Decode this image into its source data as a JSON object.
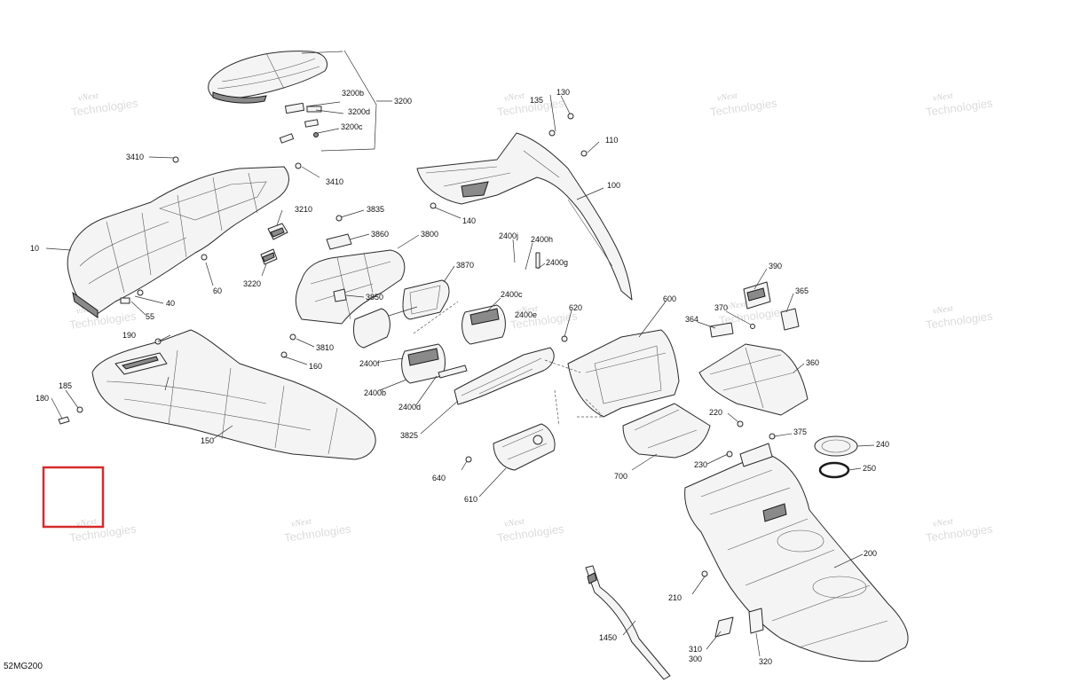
{
  "diagram_code": "52MG200",
  "watermark": {
    "line1": "vNext",
    "line2": "Technologies"
  },
  "callouts": {
    "c10": "10",
    "c40": "40",
    "c55": "55",
    "c60": "60",
    "c100": "100",
    "c110": "110",
    "c130": "130",
    "c135": "135",
    "c140": "140",
    "c150": "150",
    "c160": "160",
    "c180": "180",
    "c185": "185",
    "c190": "190",
    "c200": "200",
    "c210": "210",
    "c220": "220",
    "c230": "230",
    "c240": "240",
    "c250": "250",
    "c300": "300",
    "c310": "310",
    "c320": "320",
    "c360": "360",
    "c364": "364",
    "c365": "365",
    "c370": "370",
    "c375": "375",
    "c390": "390",
    "c600": "600",
    "c610": "610",
    "c620": "620",
    "c640": "640",
    "c700": "700",
    "c1450": "1450",
    "c2400b": "2400b",
    "c2400c": "2400c",
    "c2400d": "2400d",
    "c2400e": "2400e",
    "c2400f": "2400f",
    "c2400g": "2400g",
    "c2400h": "2400h",
    "c2400j": "2400j",
    "c3200": "3200",
    "c3200b": "3200b",
    "c3200c": "3200c",
    "c3200d": "3200d",
    "c3210": "3210",
    "c3220": "3220",
    "c3410a": "3410",
    "c3410b": "3410",
    "c3800": "3800",
    "c3810": "3810",
    "c3825": "3825",
    "c3835": "3835",
    "c3850": "3850",
    "c3860": "3860",
    "c3870": "3870"
  },
  "highlight_color": "#d62a2a"
}
